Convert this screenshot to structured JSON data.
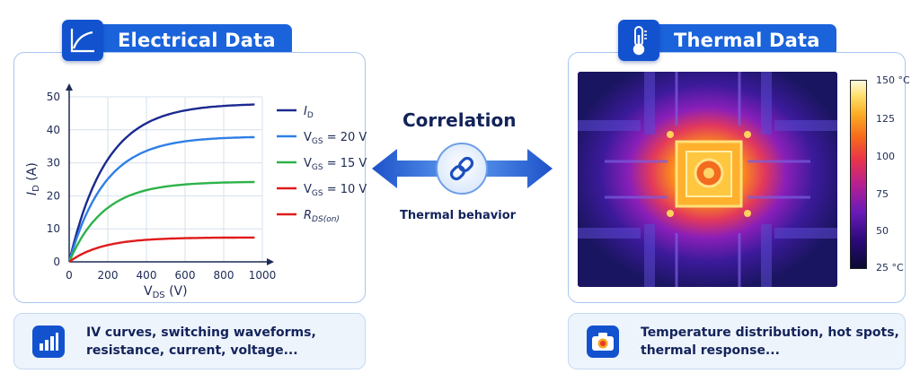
{
  "electrical": {
    "title": "Electrical Data",
    "icon": "chart-curve-icon",
    "caption_line1": "IV curves, switching waveforms,",
    "caption_line2": "resistance, current, voltage...",
    "caption_icon": "bar-chart-icon"
  },
  "thermal": {
    "title": "Thermal Data",
    "icon": "thermometer-icon",
    "caption_line1": "Temperature distribution, hot spots,",
    "caption_line2": "thermal response...",
    "caption_icon": "thermal-camera-icon",
    "colorbar_labels": [
      "150 °C",
      "125",
      "100",
      "75",
      "50",
      "25 °C"
    ]
  },
  "correlation": {
    "title": "Correlation",
    "subtitle": "Thermal behavior",
    "icon": "link-icon"
  },
  "chart_data": {
    "type": "line",
    "xlabel": "VDS (V)",
    "ylabel": "ID (A)",
    "xlim": [
      0,
      1000
    ],
    "ylim": [
      0,
      50
    ],
    "xticks": [
      0,
      200,
      400,
      600,
      800,
      1000
    ],
    "yticks": [
      0,
      10,
      20,
      30,
      40,
      50
    ],
    "grid": true,
    "legend_position": "right",
    "series": [
      {
        "name": "ID",
        "color": "#1b2a8f",
        "saturation": 48,
        "k": 0.0052
      },
      {
        "name": "VGS = 20 V",
        "color": "#2f7fe6",
        "saturation": 38,
        "k": 0.0054
      },
      {
        "name": "VGS = 15 V",
        "color": "#2db34a",
        "saturation": 24.3,
        "k": 0.0056
      },
      {
        "name": "VGS = 10 V",
        "color": "#e01b1b",
        "saturation": 7.4,
        "k": 0.0058
      }
    ],
    "rds_on_legend": {
      "name": "RDS(on)",
      "color": "#e01b1b"
    },
    "x_end": 960
  }
}
